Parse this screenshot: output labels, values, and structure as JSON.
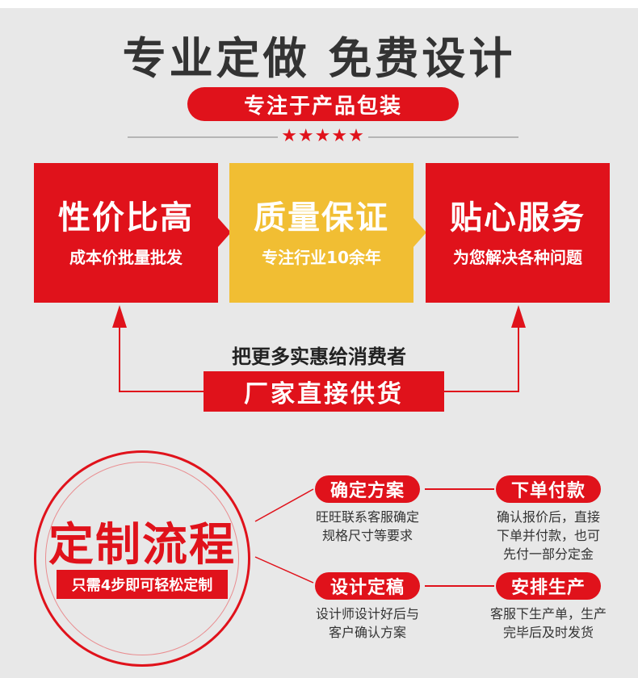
{
  "header": {
    "headline": "专业定做 免费设计",
    "subtitle": "专注于产品包装",
    "stars": "★★★★★"
  },
  "features": [
    {
      "title": "性价比高",
      "desc": "成本价批量批发"
    },
    {
      "title": "质量保证",
      "desc": "专注行业10余年"
    },
    {
      "title": "贴心服务",
      "desc": "为您解决各种问题"
    }
  ],
  "factory": {
    "tagline": "把更多实惠给消费者",
    "banner": "厂家直接供货"
  },
  "process": {
    "title": "定制流程",
    "subtitle": "只需4步即可轻松定制",
    "steps": [
      {
        "label": "确定方案",
        "desc_line1": "旺旺联系客服确定",
        "desc_line2": "规格尺寸等要求"
      },
      {
        "label": "下单付款",
        "desc_line1": "确认报价后，直接",
        "desc_line2": "下单并付款，也可",
        "desc_line3": "先付一部分定金"
      },
      {
        "label": "设计定稿",
        "desc_line1": "设计师设计好后与",
        "desc_line2": "客户确认方案"
      },
      {
        "label": "安排生产",
        "desc_line1": "客服下生产单，生产",
        "desc_line2": "完毕后及时发货"
      }
    ]
  },
  "colors": {
    "accent": "#e0121b",
    "highlight": "#f1be33",
    "background": "#e8e8e8"
  }
}
